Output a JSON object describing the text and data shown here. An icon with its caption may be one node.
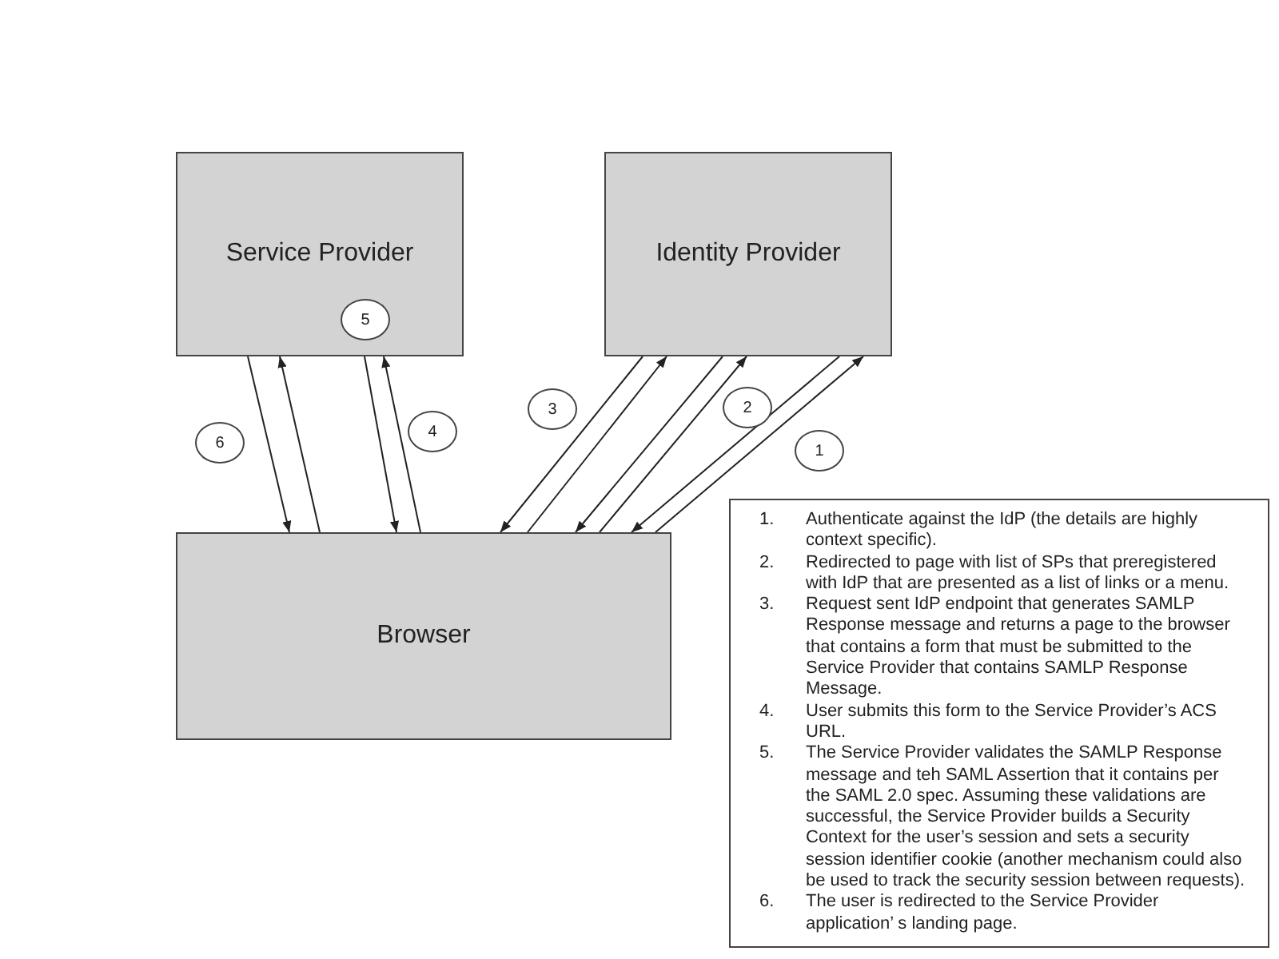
{
  "diagram": {
    "nodes": [
      {
        "text": [
          "Service Provider"
        ]
      },
      {
        "text": [
          "5"
        ],
        "in": 0
      },
      {
        "text": [
          "Identity Provider"
        ]
      },
      {
        "text": [
          "3"
        ]
      },
      {
        "text": [
          "2"
        ]
      },
      {
        "text": [
          "6"
        ]
      },
      {
        "text": [
          "4"
        ]
      },
      {
        "text": [
          "1"
        ]
      },
      {
        "text": [
          "Browser"
        ]
      },
      {
        "text": [
          "1.",
          "Authenticate against the IdP (the details are highly context specific).",
          "2.",
          "Redirected to page with list of SPs that preregistered with IdP that are presented as a list of links or a menu.",
          "3.",
          "Request sent IdP endpoint that generates SAMLP Response message and returns a page to the browser that contains a form that must be submitted to the Service Provider that contains SAMLP Response Message.",
          "4.",
          "User submits this form to  the Service Provider’s ACS URL.",
          "5.",
          "The Service Provider validates the SAMLP Response message and teh SAML Assertion that it contains per the SAML 2.0 spec.  Assuming these validations are successful, the Service Provider builds a Security Context for the user’s session and sets a security session identifier cookie (another mechanism could also be used to track the security session between requests).",
          "6.",
          "The user is redirected to the Service Provider application’ s landing page."
        ]
      }
    ],
    "edges": [
      {
        "from": 0,
        "to": 8,
        "arrow": "to"
      },
      {
        "from": 8,
        "to": 0,
        "arrow": "to"
      },
      {
        "from": 0,
        "to": 8,
        "arrow": "to"
      },
      {
        "from": 8,
        "to": 0,
        "arrow": "to"
      },
      {
        "from": 2,
        "to": 8,
        "arrow": "to"
      },
      {
        "from": 8,
        "to": 2,
        "arrow": "to"
      },
      {
        "from": 2,
        "to": 8,
        "arrow": "to"
      },
      {
        "from": 8,
        "to": 2,
        "arrow": "to"
      },
      {
        "from": 2,
        "to": 8,
        "arrow": "to"
      },
      {
        "from": 8,
        "to": 2,
        "arrow": "to"
      }
    ]
  }
}
